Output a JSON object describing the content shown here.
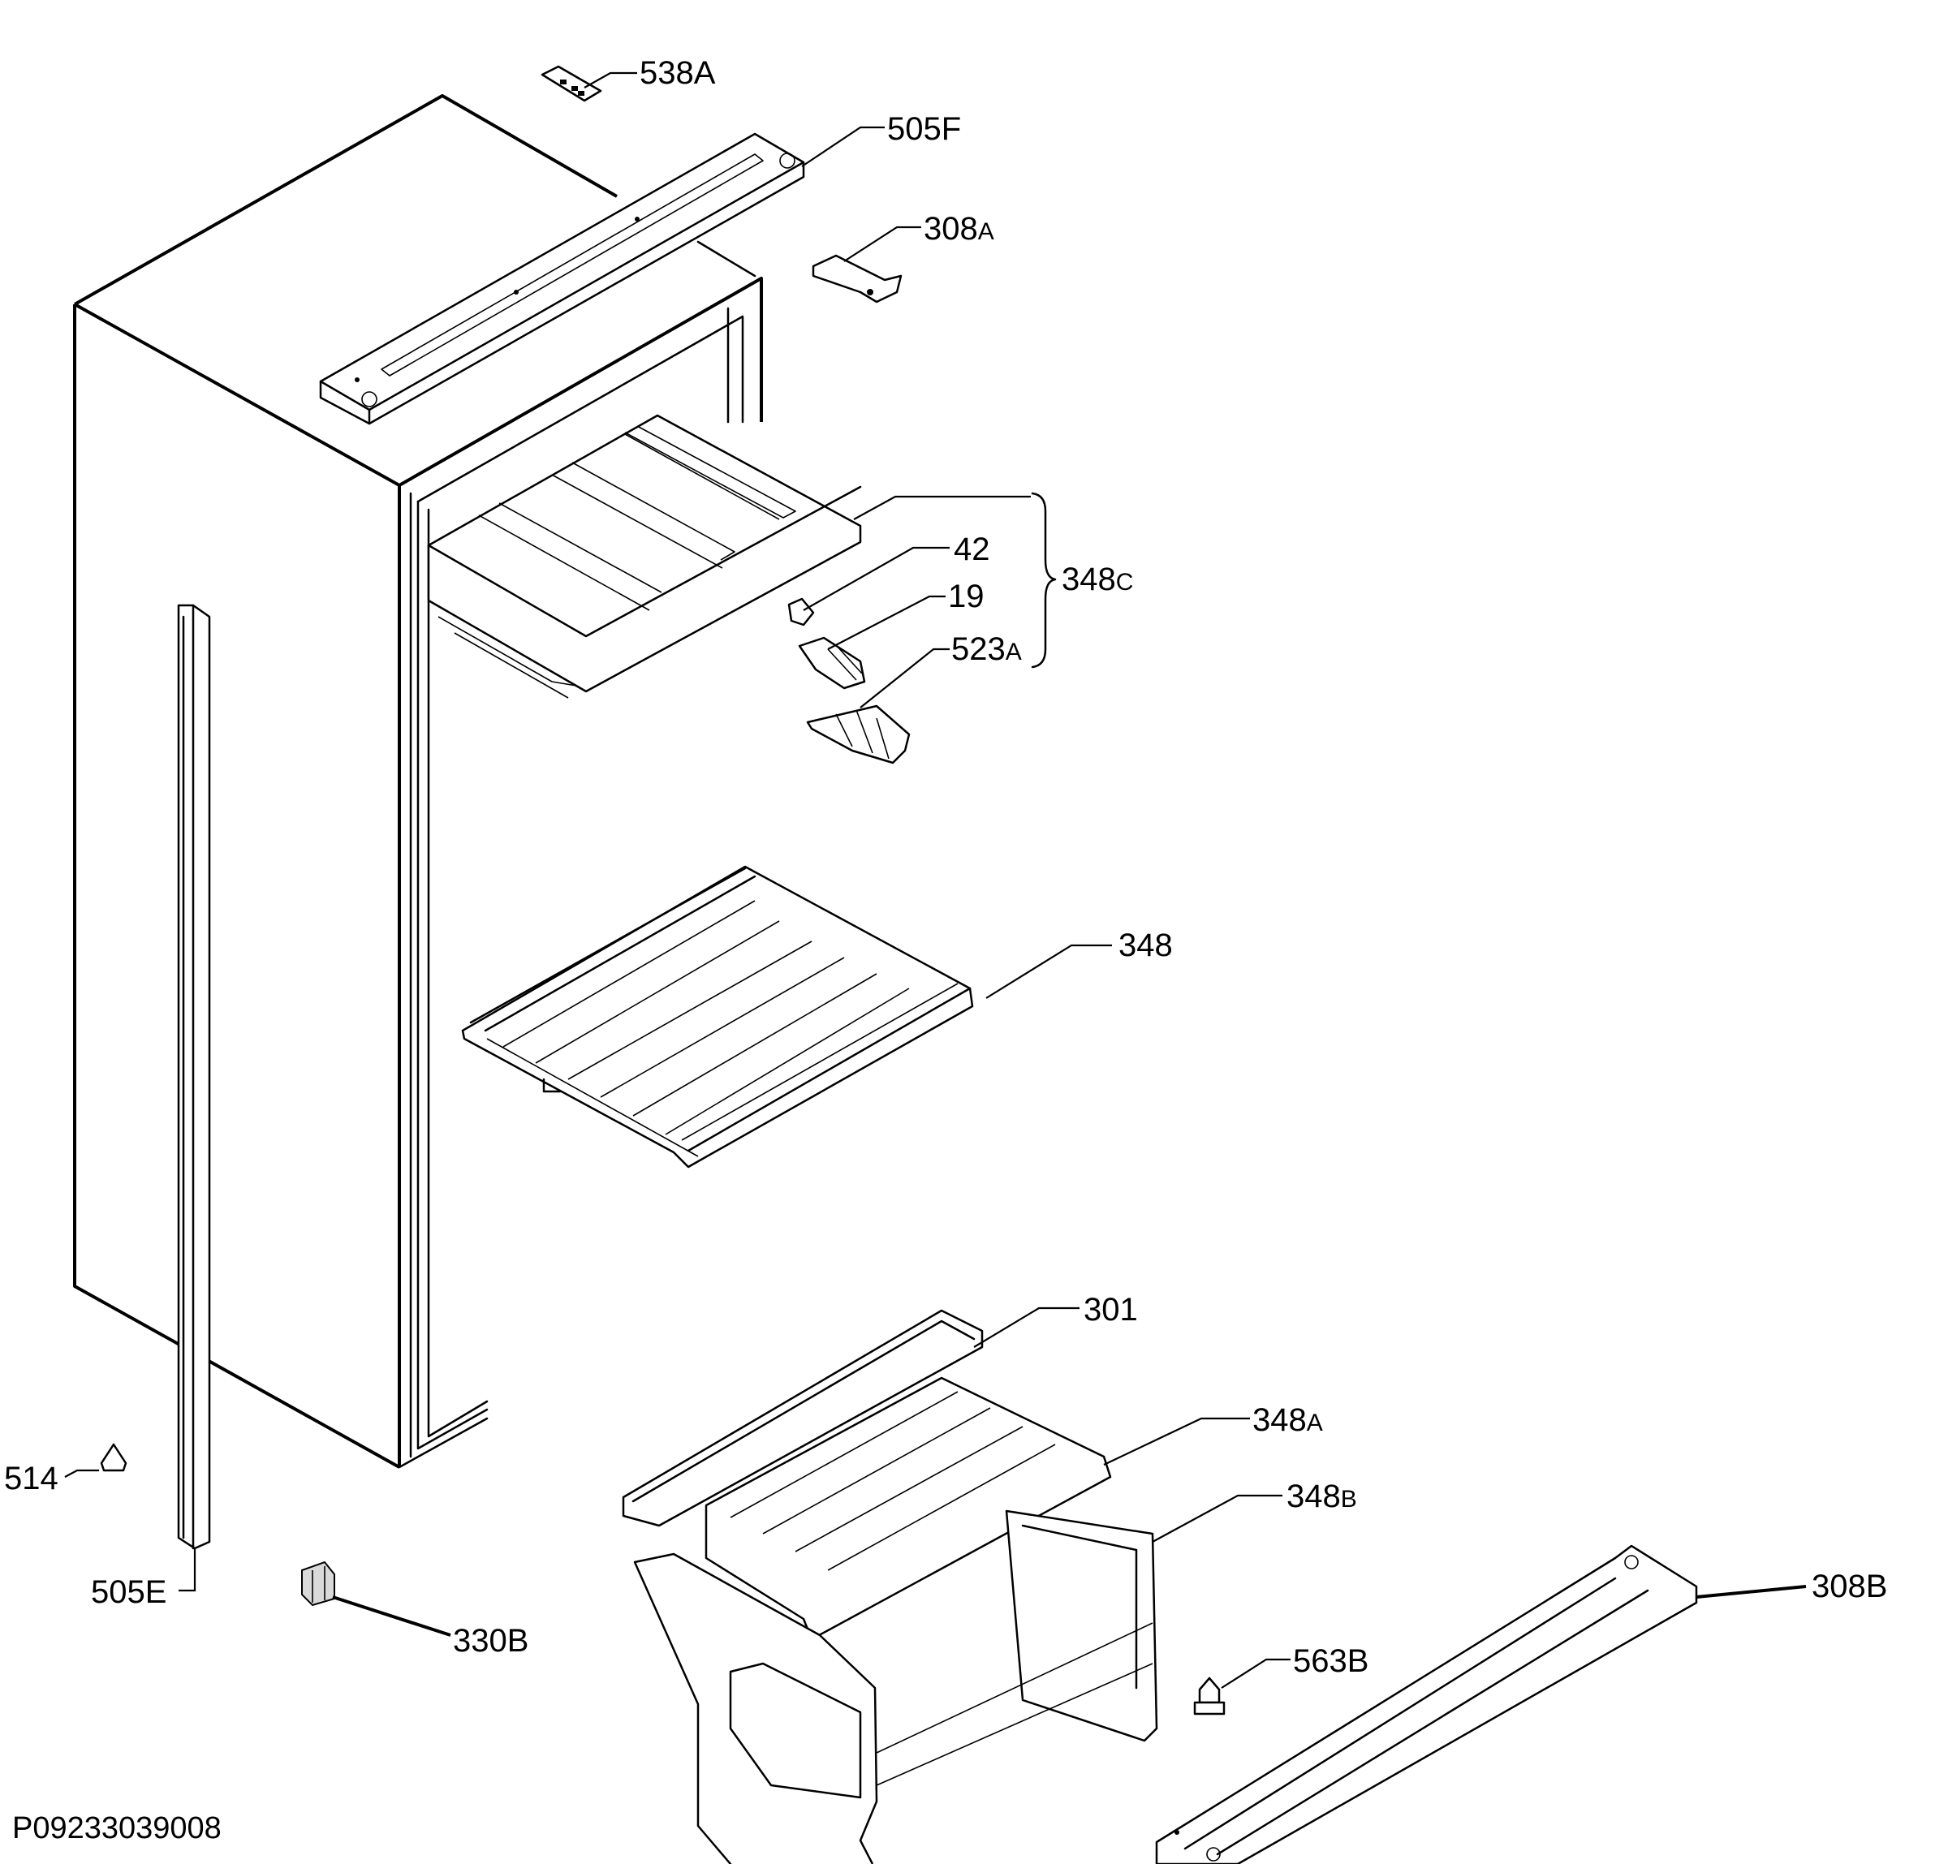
{
  "callouts": {
    "538a": {
      "main": "538",
      "sub": "A"
    },
    "505f": {
      "main": "505F",
      "sub": ""
    },
    "308a": {
      "main": "308",
      "sub": "A"
    },
    "42": {
      "main": "42",
      "sub": ""
    },
    "19": {
      "main": "19",
      "sub": ""
    },
    "348c": {
      "main": "348",
      "sub": "C"
    },
    "523a": {
      "main": "523",
      "sub": "A"
    },
    "348": {
      "main": "348",
      "sub": ""
    },
    "301": {
      "main": "301",
      "sub": ""
    },
    "348a": {
      "main": "348",
      "sub": "A"
    },
    "348b": {
      "main": "348",
      "sub": "B"
    },
    "308b": {
      "main": "308B",
      "sub": ""
    },
    "514": {
      "main": "514",
      "sub": ""
    },
    "505e": {
      "main": "505E",
      "sub": ""
    },
    "330b": {
      "main": "330B",
      "sub": ""
    },
    "563b": {
      "main": "563B",
      "sub": ""
    }
  },
  "drawing_code": "P09233039008"
}
